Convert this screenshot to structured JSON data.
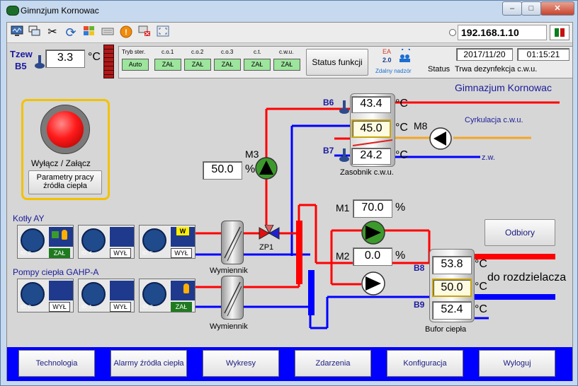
{
  "window": {
    "title": "Gimnzjum Kornowac",
    "buttons": [
      "–",
      "□",
      "✕"
    ]
  },
  "toolbar": {
    "icons": [
      "monitor-icon",
      "windows-icon",
      "tools-icon",
      "refresh-icon",
      "windows-logo-icon",
      "keyboard-icon",
      "alert-icon",
      "disconnect-icon",
      "fullscreen-icon"
    ],
    "ip": "192.168.1.10"
  },
  "outside": {
    "label": "Tzew",
    "sensor": "B5",
    "value": "3.3",
    "unit": "°C"
  },
  "status": {
    "headers": [
      "Tryb ster.",
      "c.o.1",
      "c.o.2",
      "c.o.3",
      "c.t.",
      "c.w.u."
    ],
    "modes": [
      "Auto",
      "ZAŁ",
      "ZAŁ",
      "ZAŁ",
      "ZAŁ",
      "ZAŁ"
    ],
    "functions_button": "Status funkcji",
    "ea_label": "EA",
    "ea_version": "2.0",
    "remote": "Zdalny nadzór",
    "date": "2017/11/20",
    "time": "01:15:21",
    "status_label": "Status",
    "status_text": "Trwa dezynfekcja c.w.u."
  },
  "site_title": "Gimnazjum Kornowac",
  "heat_source": {
    "toggle_label": "Wyłącz / Załącz",
    "params_line1": "Parametry pracy",
    "params_line2": "źródła ciepła"
  },
  "tank": {
    "b6": "B6",
    "b6_val": "43.4",
    "mid_val": "45.0",
    "b7": "B7",
    "b7_val": "24.2",
    "unit": "°C",
    "label": "Zasobnik c.w.u."
  },
  "m8": {
    "label": "M8",
    "circ": "Cyrkulacja c.w.u.",
    "zw": "z.w."
  },
  "m3": {
    "label": "M3",
    "value": "50.0",
    "unit": "%"
  },
  "zp1": "ZP1",
  "m1": {
    "label": "M1",
    "value": "70.0",
    "unit": "%"
  },
  "m2": {
    "label": "M2",
    "value": "0.0",
    "unit": "%"
  },
  "odbiory": "Odbiory",
  "buffer": {
    "b8": "B8",
    "top": "53.8",
    "mid": "50.0",
    "b9": "B9",
    "bot": "52.4",
    "unit": "°C",
    "label": "Bufor ciepła",
    "dist": "do rozdzielacza"
  },
  "boilers": {
    "title": "Kotły AY",
    "units": [
      {
        "id": "ID: 3",
        "state": "ZAŁ"
      },
      {
        "id": "ID: 4",
        "state": "WYŁ"
      },
      {
        "id": "ID: 5",
        "state": "WYŁ",
        "flag": "W"
      }
    ]
  },
  "pumps": {
    "title": "Pompy ciepła GAHP-A",
    "units": [
      {
        "id": "ID: 0",
        "state": "WYŁ"
      },
      {
        "id": "ID: 1",
        "state": "WYŁ"
      },
      {
        "id": "ID: 2",
        "state": "ZAŁ"
      }
    ]
  },
  "exchanger": "Wymiennik",
  "nav": [
    "Technologia",
    "Alarmy źródła ciepła",
    "Wykresy",
    "Zdarzenia",
    "Konfiguracja",
    "Wyloguj"
  ],
  "colors": {
    "hot": "#ff0000",
    "cold": "#0000ff",
    "circ": "#f5a623",
    "pump_on": "#3c9a2c",
    "navbar": "#0000ff"
  }
}
